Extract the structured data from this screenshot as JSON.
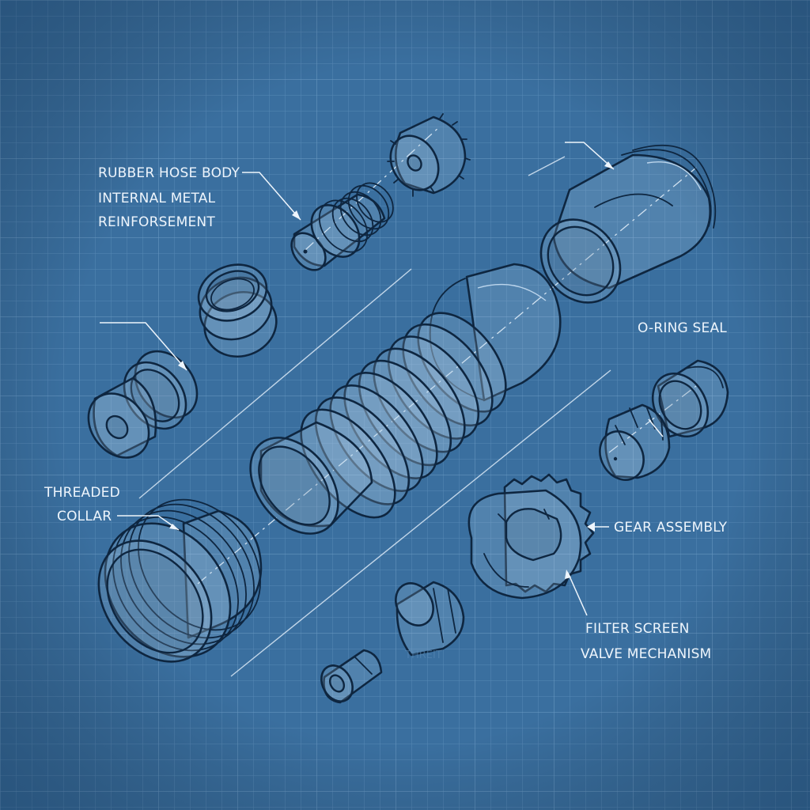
{
  "labels": {
    "rubber_hose_body": "RUBBER HOSE BODY",
    "internal_metal_line1": "INTERNAL METAL",
    "internal_metal_line2": "REINFORSEMENT",
    "o_ring_seal": "O-RING SEAL",
    "threaded_line1": "THREADED",
    "threaded_line2": "COLLAR",
    "gear_assembly": "GEAR ASSEMBLY",
    "filter_screen": "FILTER SCREEN",
    "valve_mechanism": "VALVE MECHANISM"
  },
  "watermark": "THREIT",
  "colors": {
    "background": "#3a6f9f",
    "grid": "#6e9cc6",
    "line_art": "#0e2640",
    "label_text": "#eef5fc"
  }
}
